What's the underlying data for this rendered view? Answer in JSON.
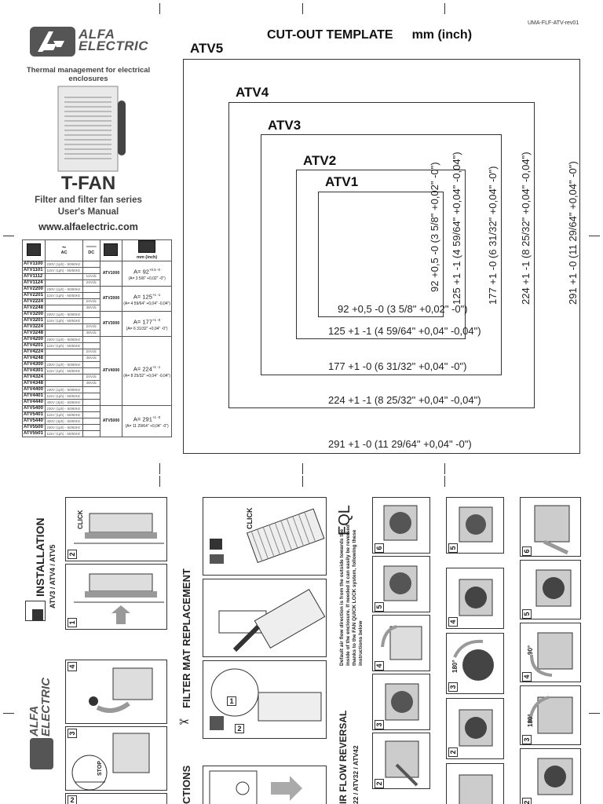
{
  "doc_code": "UMA-FLF-ATV-rev01",
  "brand": {
    "logo_line1": "ALFA",
    "logo_line2": "ELECTRIC",
    "tagline": "Thermal management for electrical enclosures"
  },
  "product": {
    "name": "T-FAN",
    "subtitle_line1": "Filter and filter fan series",
    "subtitle_line2": "User's Manual",
    "website": "www.alfaelectric.com"
  },
  "table": {
    "header_ac": "AC",
    "header_dc": "DC",
    "header_dim": "mm (inch)",
    "rows": [
      {
        "code": "ATV1100",
        "power": "230V (1ph) - 50/60Hz",
        "dc": ""
      },
      {
        "code": "ATV1101",
        "power": "115V (1ph) - 50/60Hz",
        "dc": ""
      },
      {
        "code": "ATV1112",
        "power": "",
        "dc": "12Vdc"
      },
      {
        "code": "ATV1124",
        "power": "",
        "dc": "24Vdc"
      },
      {
        "code": "ATV2200",
        "power": "230V (1ph) - 50/60Hz",
        "dc": ""
      },
      {
        "code": "ATV2201",
        "power": "115V (1ph) - 50/60Hz",
        "dc": ""
      },
      {
        "code": "ATV2224",
        "power": "",
        "dc": "24Vdc"
      },
      {
        "code": "ATV2248",
        "power": "",
        "dc": "48Vdc"
      },
      {
        "code": "ATV3200",
        "power": "230V (1ph) - 50/60Hz",
        "dc": ""
      },
      {
        "code": "ATV3201",
        "power": "115V (1ph) - 50/60Hz",
        "dc": ""
      },
      {
        "code": "ATV3224",
        "power": "",
        "dc": "24Vdc"
      },
      {
        "code": "ATV3248",
        "power": "",
        "dc": "48Vdc"
      },
      {
        "code": "ATV4200",
        "power": "230V (1ph) - 50/60Hz",
        "dc": ""
      },
      {
        "code": "ATV4201",
        "power": "115V (1ph) - 50/60Hz",
        "dc": ""
      },
      {
        "code": "ATV4224",
        "power": "",
        "dc": "24Vdc"
      },
      {
        "code": "ATV4248",
        "power": "",
        "dc": "48Vdc"
      },
      {
        "code": "ATV4300",
        "power": "230V (1ph) - 50/60Hz",
        "dc": ""
      },
      {
        "code": "ATV4301",
        "power": "115V (1ph) - 50/60Hz",
        "dc": ""
      },
      {
        "code": "ATV4324",
        "power": "",
        "dc": "24Vdc"
      },
      {
        "code": "ATV4348",
        "power": "",
        "dc": "48Vdc"
      },
      {
        "code": "ATV4400",
        "power": "230V (1ph) - 50/60Hz",
        "dc": ""
      },
      {
        "code": "ATV4401",
        "power": "115V (1ph) - 50/60Hz",
        "dc": ""
      },
      {
        "code": "ATV4440",
        "power": "400V (3ph) - 50/60Hz",
        "dc": ""
      },
      {
        "code": "ATV5400",
        "power": "230V (1ph) - 50/60Hz",
        "dc": ""
      },
      {
        "code": "ATV5401",
        "power": "115V (1ph) - 50/60Hz",
        "dc": ""
      },
      {
        "code": "ATV5440",
        "power": "400V (3ph) - 50/60Hz",
        "dc": ""
      },
      {
        "code": "ATV5500",
        "power": "230V (1ph) - 50/60Hz",
        "dc": ""
      },
      {
        "code": "ATV5501",
        "power": "115V (1ph) - 50/60Hz",
        "dc": ""
      }
    ],
    "groups": [
      {
        "model": "ATV1000",
        "dim": "A= 92",
        "dim_tol": "+0,5 -0",
        "dim_inch": "(A= 3 5/8\" +0,02\" -0\")"
      },
      {
        "model": "ATV2000",
        "dim": "A= 125",
        "dim_tol": "+1 -1",
        "dim_inch": "(A= 4 59/64\" +0,04\" -0,04\")"
      },
      {
        "model": "ATV3000",
        "dim": "A= 177",
        "dim_tol": "+1 -0",
        "dim_inch": "(A= 6 31/32\" +0,04\" -0\")"
      },
      {
        "model": "ATV4000",
        "dim": "A= 224",
        "dim_tol": "+1 -1",
        "dim_inch": "(A= 8 25/32\" +0,04\" -0,04\")"
      },
      {
        "model": "ATV5000",
        "dim": "A= 291",
        "dim_tol": "+1 -0",
        "dim_inch": "(A= 11 29/64\" +0,04\" -0\")"
      }
    ]
  },
  "template": {
    "title": "CUT-OUT TEMPLATE",
    "units": "mm (inch)",
    "frames": [
      {
        "label": "ATV5",
        "dim": "291 +1 -0  (11 29/64\" +0,04\" -0\")"
      },
      {
        "label": "ATV4",
        "dim": "224 +1 -1  (8 25/32\" +0,04\" -0,04\")"
      },
      {
        "label": "ATV3",
        "dim": "177 +1 -0  (6 31/32\" +0,04\" -0\")"
      },
      {
        "label": "ATV2",
        "dim": "125 +1 -1  (4 59/64\" +0,04\" -0,04\")"
      },
      {
        "label": "ATV1",
        "dim": "92 +0,5 -0  (3 5/8\" +0,02\" -0\")"
      }
    ]
  },
  "instructions": {
    "installation": "INSTALLATION",
    "installation_models": "ATV3 / ATV4 / ATV5",
    "filter_mat": "FILTER MAT REPLACEMENT",
    "connections": "CTIONS",
    "air_flow": "IR FLOW REVERSAL",
    "air_flow_models": "22 / ATV32 / ATV42",
    "fql": "FQL",
    "fql_note": "Default air flow direction is from the outside towards the inside of the enclosure. If needed it can easily be reversed thanks to the FAN QUICK LOCK system, following these instructions below",
    "click": "CLICK",
    "stop": "STOP",
    "angle_180": "180°",
    "angle_90": "90°",
    "steps": [
      "1",
      "2",
      "3",
      "4",
      "5",
      "6"
    ]
  }
}
